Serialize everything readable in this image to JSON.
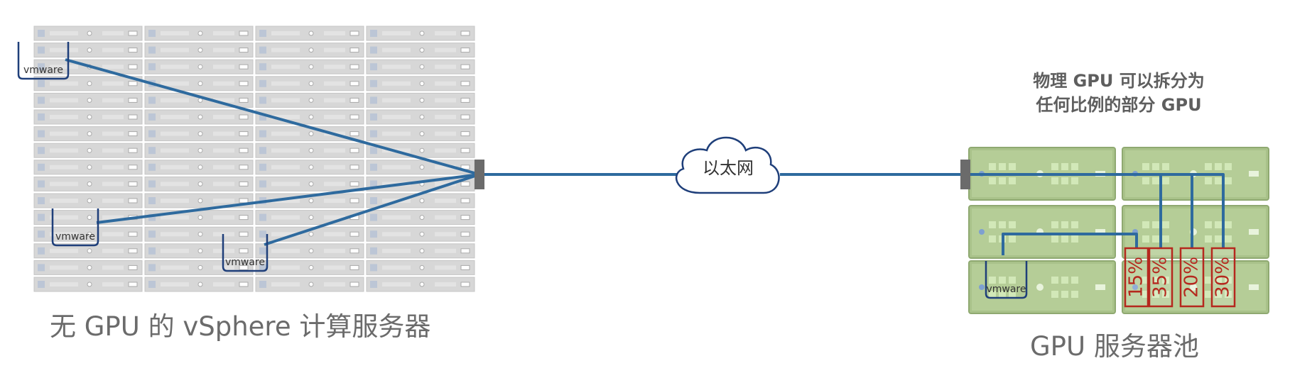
{
  "left_rack": {
    "caption": "无 GPU 的 vSphere 计算服务器"
  },
  "network": {
    "label": "以太网"
  },
  "gpu_pool": {
    "caption": "GPU 服务器池",
    "annotation_line1": "物理 GPU 可以拆分为",
    "annotation_line2": "任何比例的部分 GPU",
    "partitions": [
      "15%",
      "35%",
      "20%",
      "30%"
    ]
  },
  "vm_logo_text": "vmware",
  "colors": {
    "link": "#2e6a9e",
    "cloud": "#1f3f7a",
    "partition": "#b5281e",
    "gpu_server": "#a9c28a",
    "server": "#d7d7d7"
  }
}
